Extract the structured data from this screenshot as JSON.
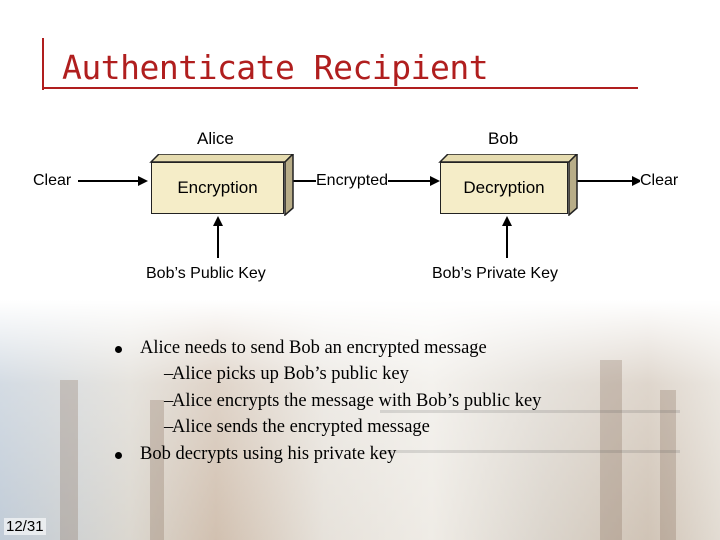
{
  "slide": {
    "title": "Authenticate Recipient",
    "page_number": "12/31"
  },
  "diagram": {
    "alice_label": "Alice",
    "bob_label": "Bob",
    "left_clear_label": "Clear",
    "encryption_box": "Encryption",
    "encrypted_label": "Encrypted",
    "decryption_box": "Decryption",
    "right_clear_label": "Clear",
    "public_key_label": "Bob’s Public Key",
    "private_key_label": "Bob’s Private Key"
  },
  "bullets": [
    {
      "level": 1,
      "text": "Alice needs to send Bob an encrypted message"
    },
    {
      "level": 2,
      "text": "Alice picks up Bob’s public key"
    },
    {
      "level": 2,
      "text": "Alice encrypts the message with Bob’s public key"
    },
    {
      "level": 2,
      "text": "Alice sends the encrypted message"
    },
    {
      "level": 1,
      "text": "Bob decrypts using his private key"
    }
  ],
  "colors": {
    "title": "#b01e1e",
    "box_fill": "#f5edc8"
  }
}
